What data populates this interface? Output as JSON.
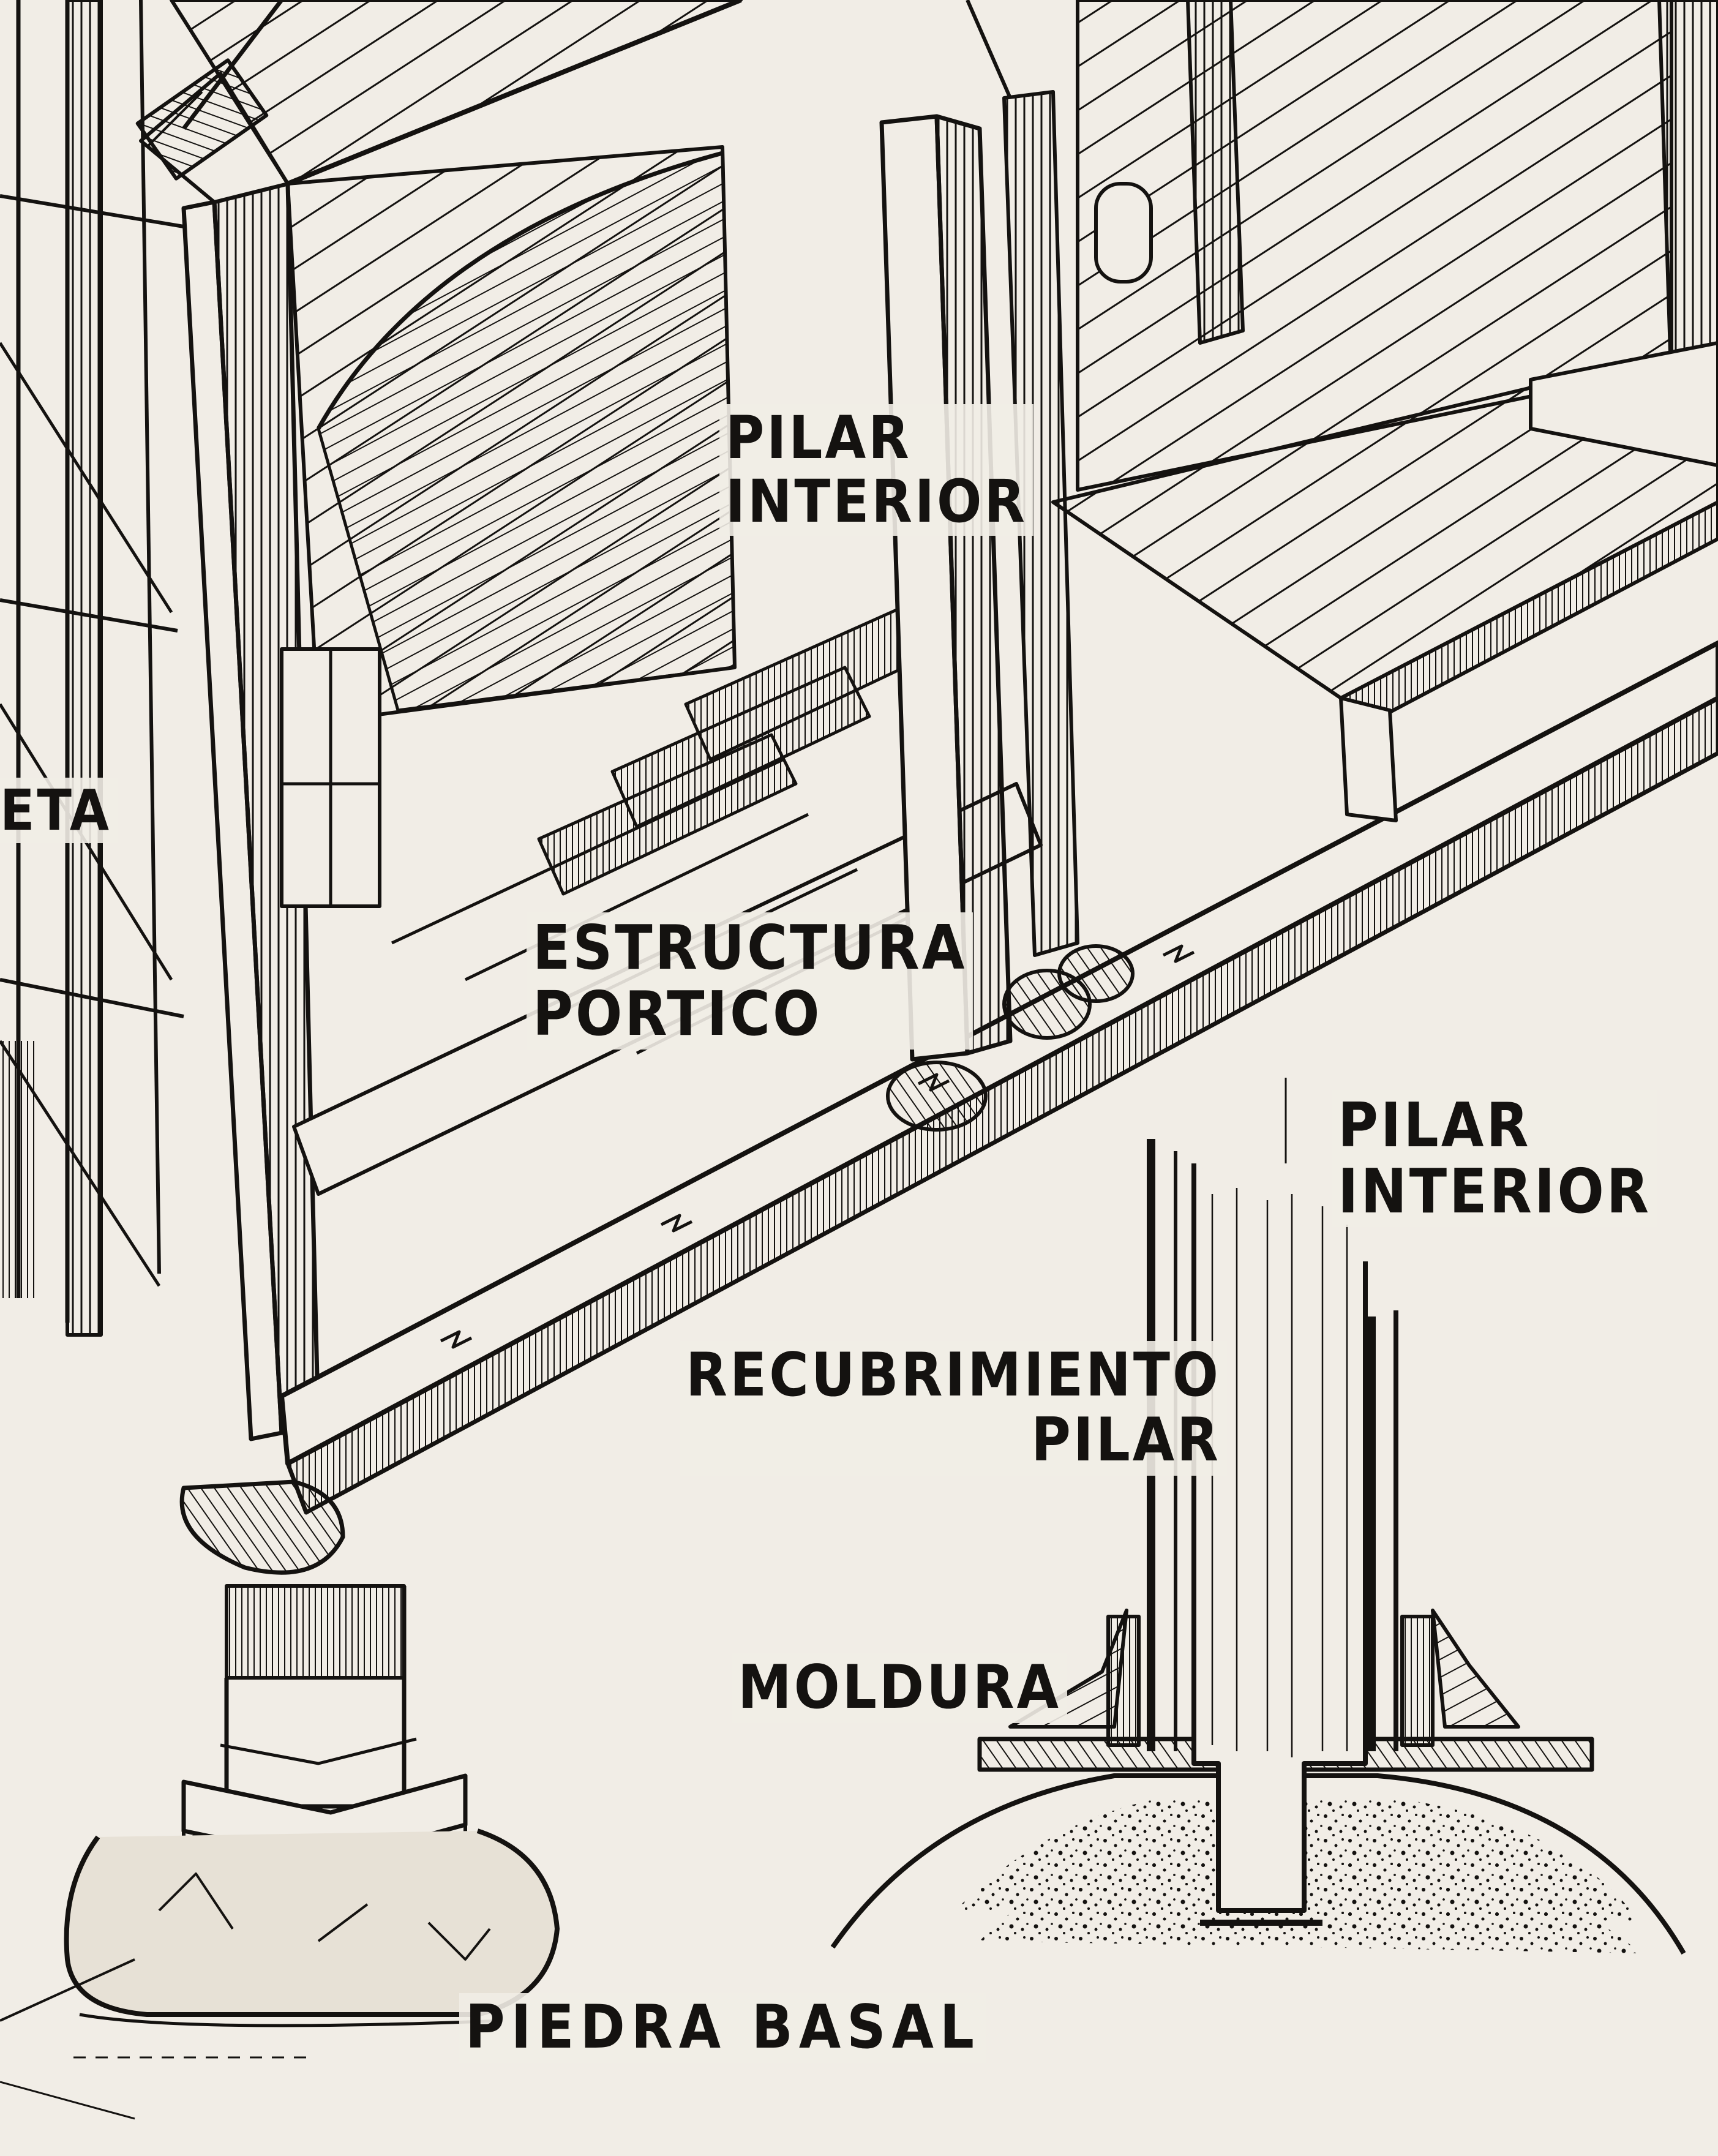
{
  "labels": {
    "pilar_interior_top": [
      "PILAR",
      "INTERIOR"
    ],
    "pilar_interior_detail": [
      "PILAR",
      "INTERIOR"
    ],
    "estructura_portico": [
      "ESTRUCTURA",
      "PORTICO"
    ],
    "recubrimiento_pilar": [
      "RECUBRIMIENTO",
      "PILAR"
    ],
    "moldura": "MOLDURA",
    "piedra_basal": "PIEDRA BASAL",
    "cut_edge_fragment": "ETA"
  },
  "colors": {
    "ink": "#141210",
    "paper": "#f1ede6",
    "stone_fill": "#e7e1d6"
  }
}
